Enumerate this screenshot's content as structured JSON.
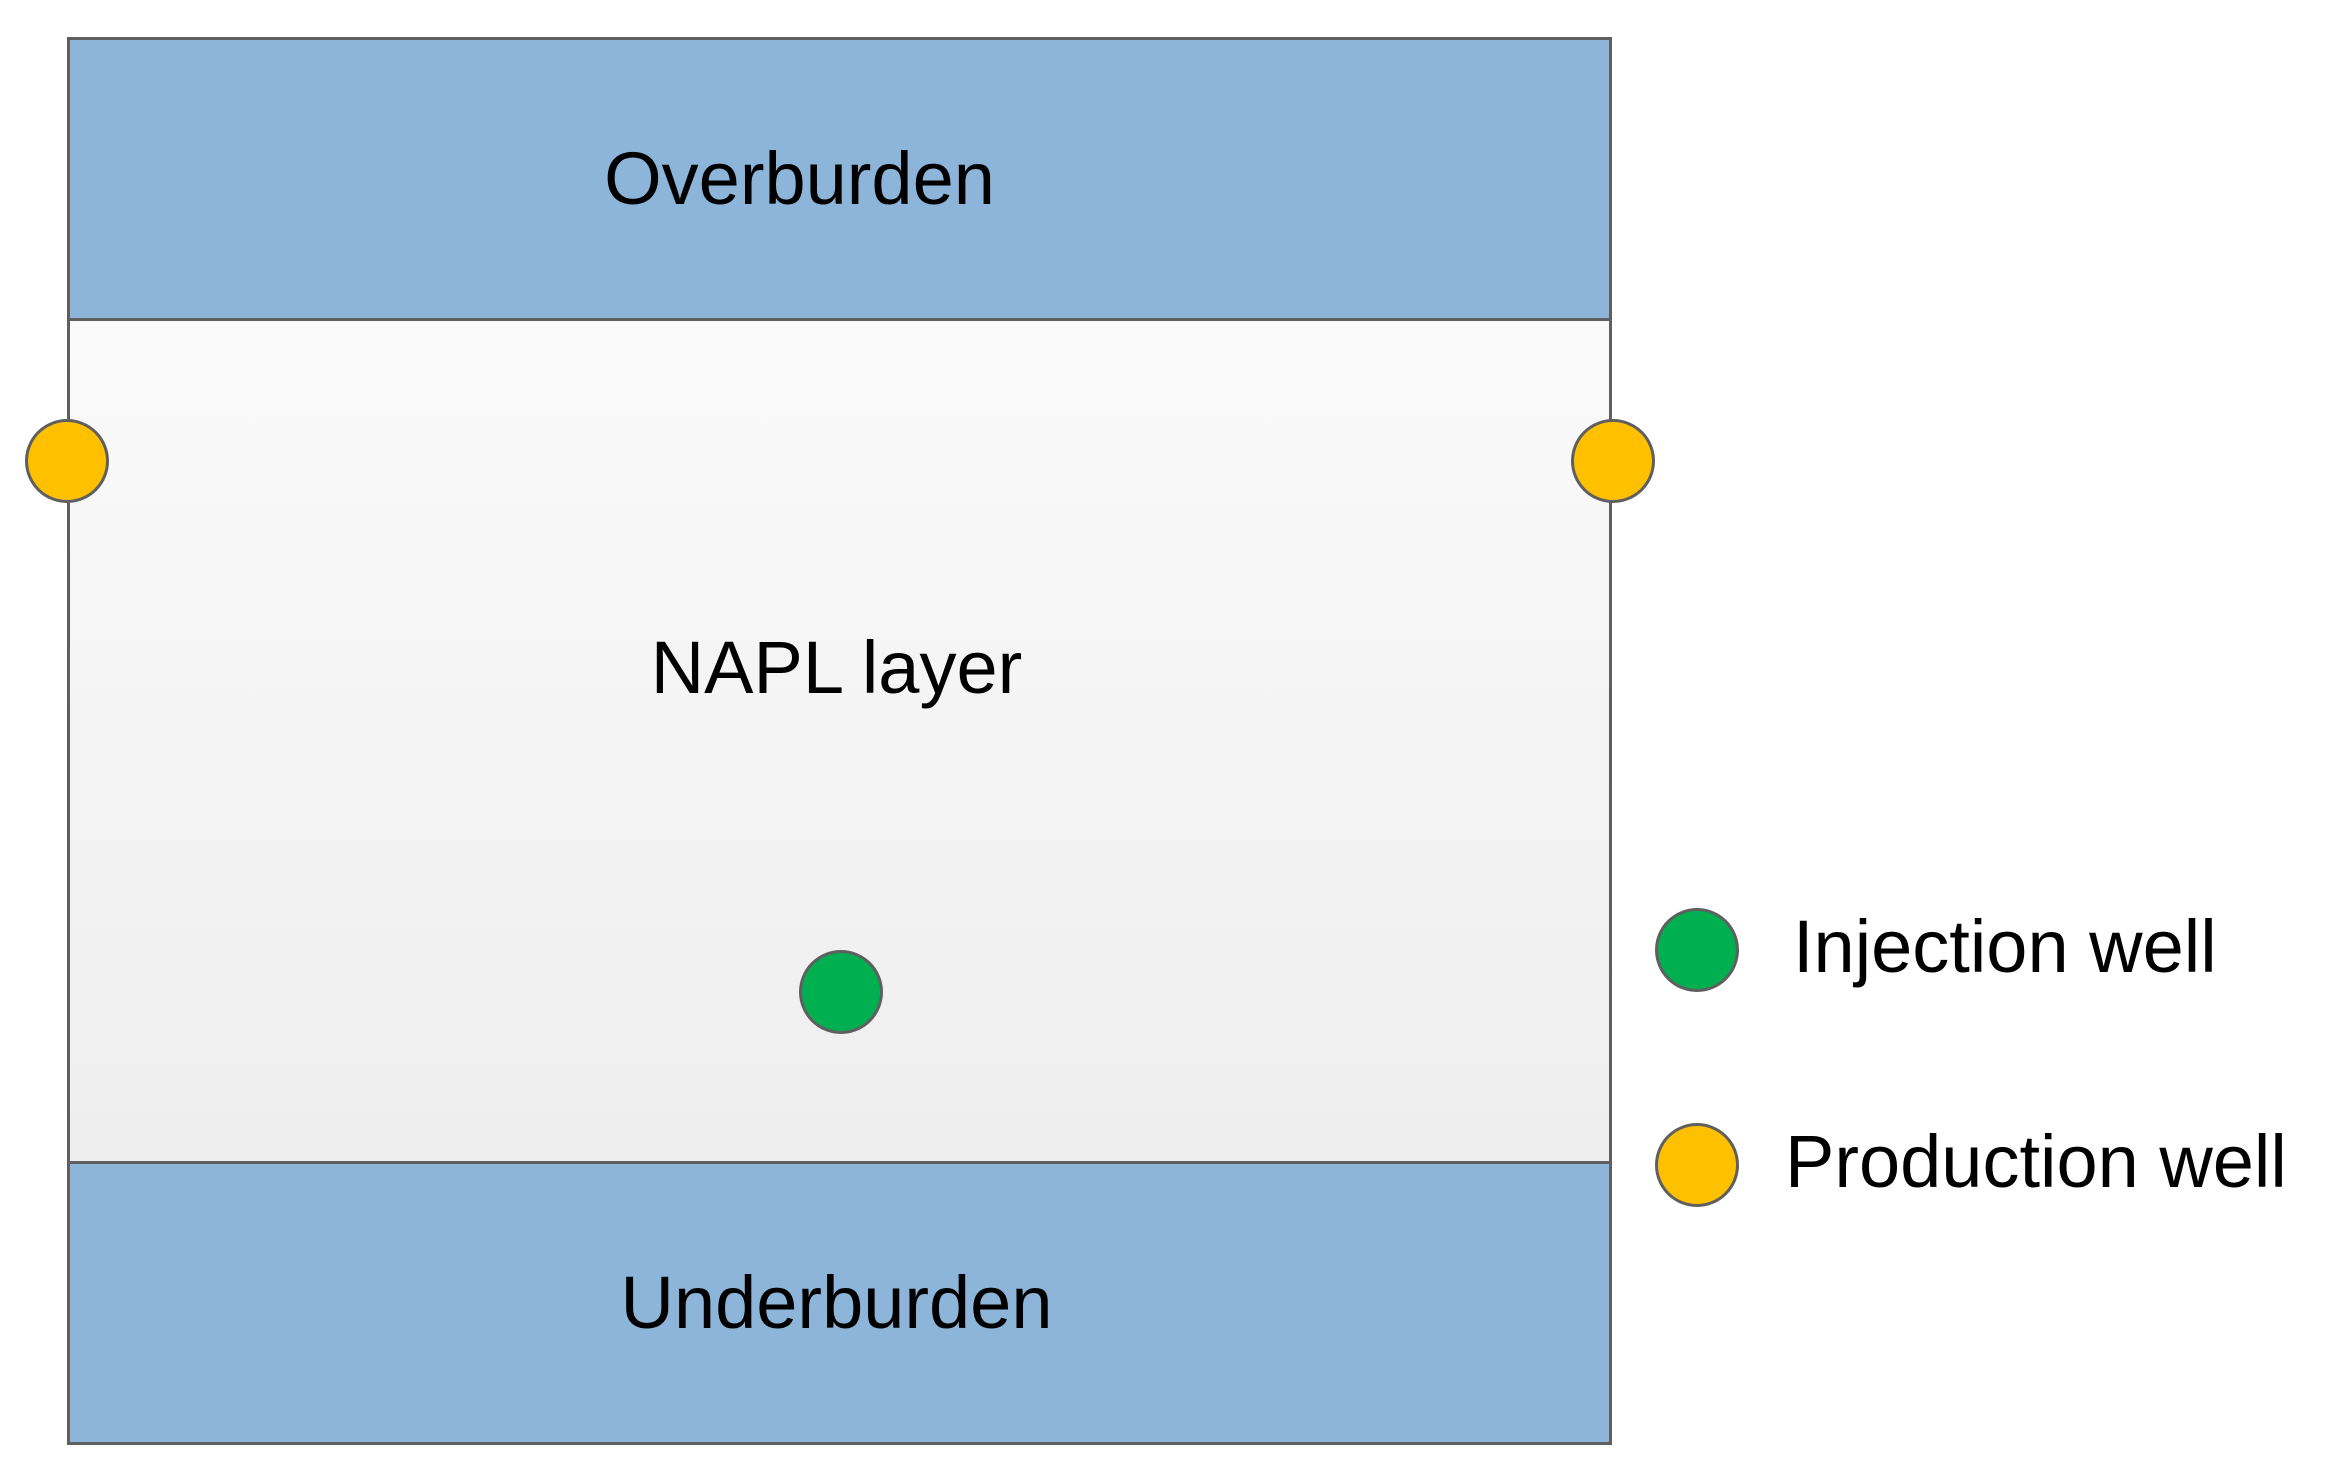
{
  "layers": {
    "overburden": "Overburden",
    "napl": "NAPL layer",
    "underburden": "Underburden"
  },
  "legend": {
    "injection": "Injection well",
    "production": "Production well"
  },
  "colors": {
    "burden_fill": "#8db4d9",
    "napl_fill": "#f4f4f4",
    "injection_well": "#00b050",
    "production_well": "#ffc000",
    "outline": "#5f5f5f"
  }
}
